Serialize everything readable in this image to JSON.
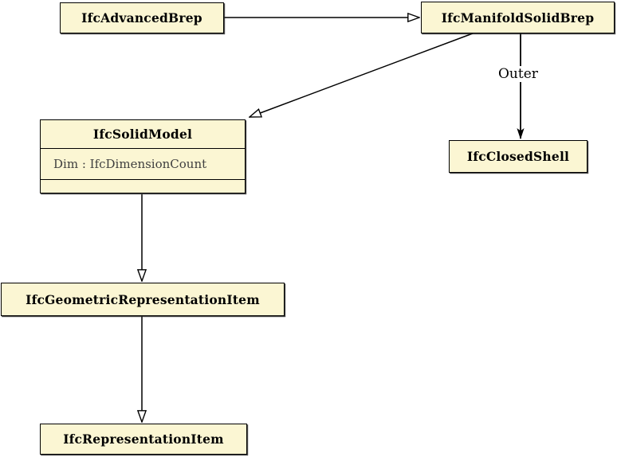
{
  "diagram": {
    "kind": "uml-class-diagram",
    "boxes": {
      "advanced_brep": {
        "label": "IfcAdvancedBrep"
      },
      "manifold_solid_brep": {
        "label": "IfcManifoldSolidBrep"
      },
      "solid_model": {
        "title": "IfcSolidModel",
        "attribute": "Dim : IfcDimensionCount"
      },
      "closed_shell": {
        "label": "IfcClosedShell"
      },
      "geometric_representation_item": {
        "label": "IfcGeometricRepresentationItem"
      },
      "representation_item": {
        "label": "IfcRepresentationItem"
      }
    },
    "edges": [
      {
        "from": "IfcAdvancedBrep",
        "to": "IfcManifoldSolidBrep",
        "type": "generalization",
        "label": ""
      },
      {
        "from": "IfcManifoldSolidBrep",
        "to": "IfcSolidModel",
        "type": "generalization",
        "label": ""
      },
      {
        "from": "IfcManifoldSolidBrep",
        "to": "IfcClosedShell",
        "type": "association",
        "label": "Outer"
      },
      {
        "from": "IfcSolidModel",
        "to": "IfcGeometricRepresentationItem",
        "type": "generalization",
        "label": ""
      },
      {
        "from": "IfcGeometricRepresentationItem",
        "to": "IfcRepresentationItem",
        "type": "generalization",
        "label": ""
      }
    ],
    "outer_label": "Outer",
    "colors": {
      "box_fill": "#FBF6D3",
      "box_border": "#000000",
      "attribute_text": "#3F3F3F"
    }
  }
}
